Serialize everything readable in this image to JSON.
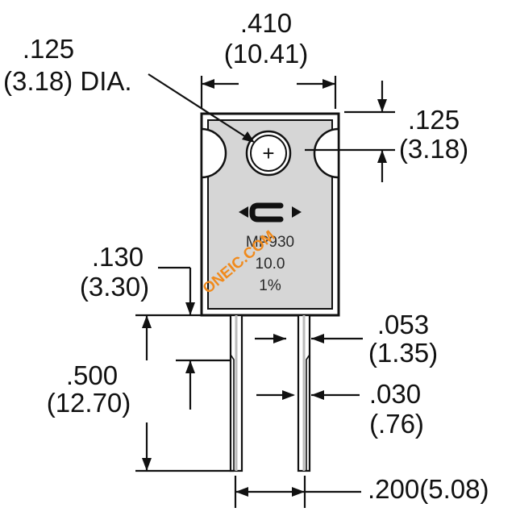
{
  "dimensions": {
    "hole_dia": {
      "inch": ".125",
      "mm": "(3.18) DIA."
    },
    "body_width": {
      "inch": ".410",
      "mm": "(10.41)"
    },
    "hole_offset": {
      "inch": ".125",
      "mm": "(3.18)"
    },
    "tab_height": {
      "inch": ".130",
      "mm": "(3.30)"
    },
    "lead_length": {
      "inch": ".500",
      "mm": "(12.70)"
    },
    "lead_width": {
      "inch": ".053",
      "mm": "(1.35)"
    },
    "lead_thickness": {
      "inch": ".030",
      "mm": "(.76)"
    },
    "lead_spacing": {
      "text": ".200(5.08)"
    }
  },
  "component": {
    "part_number": "MP930",
    "resistance": "10.0",
    "tolerance": "1%",
    "hole_symbol": "+"
  },
  "watermark": {
    "text": "ONEIC.COM",
    "color": "#f08a1c"
  }
}
